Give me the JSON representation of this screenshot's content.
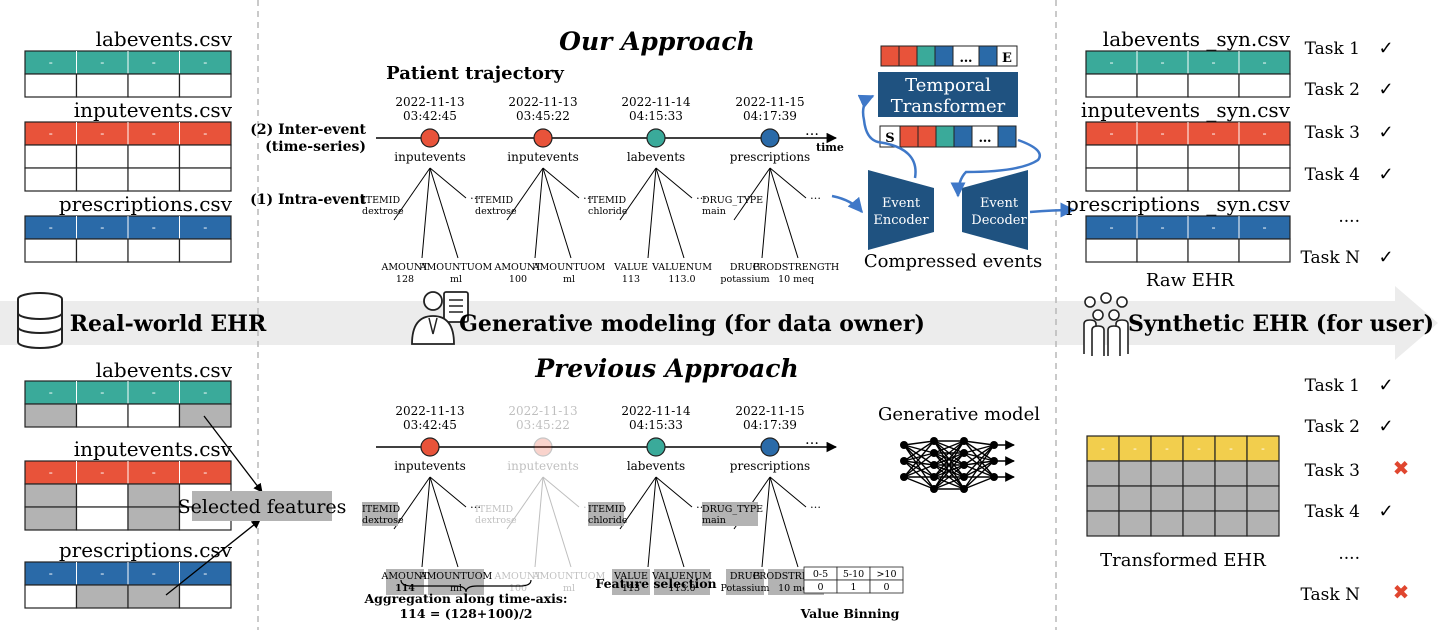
{
  "colors": {
    "teal": "#3aaa9a",
    "red": "#e8533a",
    "blue": "#2a6aa8",
    "yellow": "#f2ce4d",
    "gray": "#b3b3b3",
    "navy": "#1f5280",
    "band": "#ececec",
    "arrow_blue": "#3f78c8",
    "cross_red": "#e0462f"
  },
  "left_real": {
    "tables": [
      {
        "name": "labevents.csv",
        "color": "teal",
        "rows": 1
      },
      {
        "name": "inputevents.csv",
        "color": "red",
        "rows": 2
      },
      {
        "name": "prescriptions.csv",
        "color": "blue",
        "rows": 1
      }
    ],
    "header_mark": "-"
  },
  "left_prev": {
    "tables": [
      {
        "name": "labevents.csv",
        "color": "teal"
      },
      {
        "name": "inputevents.csv",
        "color": "red"
      },
      {
        "name": "prescriptions.csv",
        "color": "blue"
      }
    ],
    "selected_label": "Selected features"
  },
  "band": {
    "real": "Real-world EHR",
    "gen": "Generative modeling (for data owner)",
    "syn": "Synthetic EHR (for user)"
  },
  "our": {
    "title": "Our Approach",
    "trajectory_title": "Patient trajectory",
    "inter_label_1": "(2) Inter-event",
    "inter_label_2": "(time-series)",
    "intra_label": "(1) Intra-event",
    "time_label": "time",
    "ellipsis": "…",
    "events": [
      {
        "date": "2022-11-13",
        "time": "03:42:45",
        "type": "inputevents",
        "color": "red",
        "left_key": "ITEMID",
        "left_val": "dextrose",
        "b1_key": "AMOUNT",
        "b1_val": "128",
        "b2_key": "AMOUNTUOM",
        "b2_val": "ml"
      },
      {
        "date": "2022-11-13",
        "time": "03:45:22",
        "type": "inputevents",
        "color": "red",
        "left_key": "ITEMID",
        "left_val": "dextrose",
        "b1_key": "AMOUNT",
        "b1_val": "100",
        "b2_key": "AMOUNTUOM",
        "b2_val": "ml"
      },
      {
        "date": "2022-11-14",
        "time": "04:15:33",
        "type": "labevents",
        "color": "teal",
        "left_key": "ITEMID",
        "left_val": "chloride",
        "b1_key": "VALUE",
        "b1_val": "113",
        "b2_key": "VALUENUM",
        "b2_val": "113.0"
      },
      {
        "date": "2022-11-15",
        "time": "04:17:39",
        "type": "prescriptions",
        "color": "blue",
        "left_key": "DRUG_TYPE",
        "left_val": "main",
        "b1_key": "DRUG",
        "b1_val": "potassium",
        "b2_key": "PRODSTRENGTH",
        "b2_val": "10 meq"
      }
    ],
    "token_start": "S",
    "token_end": "E",
    "token_dots": "…",
    "temporal_1": "Temporal",
    "temporal_2": "Transformer",
    "encoder_1": "Event",
    "encoder_2": "Encoder",
    "decoder_1": "Event",
    "decoder_2": "Decoder",
    "compressed": "Compressed events"
  },
  "prev": {
    "title": "Previous Approach",
    "events": [
      {
        "date": "2022-11-13",
        "time": "03:42:45",
        "type": "inputevents",
        "color": "red",
        "left_key": "ITEMID",
        "left_val": "dextrose",
        "b1_key": "AMOUNT",
        "b1_val": "114",
        "b2_key": "AMOUNTUOM",
        "b2_val": "ml"
      },
      {
        "date": "2022-11-13",
        "time": "03:45:22",
        "type": "inputevents",
        "color": "red",
        "left_key": "ITEMID",
        "left_val": "dextrose",
        "b1_key": "AMOUNT",
        "b1_val": "100",
        "b2_key": "AMOUNTUOM",
        "b2_val": "ml"
      },
      {
        "date": "2022-11-14",
        "time": "04:15:33",
        "type": "labevents",
        "color": "teal",
        "left_key": "ITEMID",
        "left_val": "chloride",
        "b1_key": "VALUE",
        "b1_val": "113",
        "b2_key": "VALUENUM",
        "b2_val": "113.0"
      },
      {
        "date": "2022-11-15",
        "time": "04:17:39",
        "type": "prescriptions",
        "color": "blue",
        "left_key": "DRUG_TYPE",
        "left_val": "main",
        "b1_key": "DRUG",
        "b1_val": "Potassium",
        "b2_key": "PRODSTRENGTH",
        "b2_val": "10 meq"
      }
    ],
    "aggregation_1": "Aggregation along time-axis:",
    "aggregation_2": "114 = (128+100)/2",
    "feature_selection": "Feature selection",
    "value_binning": "Value Binning",
    "bins_header": [
      "0-5",
      "5-10",
      ">10"
    ],
    "bins_values": [
      "0",
      "1",
      "0"
    ],
    "generative_model": "Generative model"
  },
  "right_syn": {
    "tables": [
      {
        "name": "labevents _syn.csv",
        "color": "teal"
      },
      {
        "name": "inputevents _syn.csv",
        "color": "red"
      },
      {
        "name": "prescriptions _syn.csv",
        "color": "blue"
      }
    ],
    "caption": "Raw EHR",
    "tasks": [
      "Task 1",
      "Task 2",
      "Task 3",
      "Task 4",
      "....",
      "Task N"
    ],
    "marks": [
      "check",
      "check",
      "check",
      "check",
      "",
      "check"
    ]
  },
  "right_prev": {
    "caption": "Transformed EHR",
    "tasks": [
      "Task 1",
      "Task 2",
      "Task 3",
      "Task 4",
      "....",
      "Task N"
    ],
    "marks": [
      "check",
      "check",
      "cross",
      "check",
      "",
      "cross"
    ]
  },
  "symbols": {
    "check": "✓",
    "cross": "✖"
  }
}
